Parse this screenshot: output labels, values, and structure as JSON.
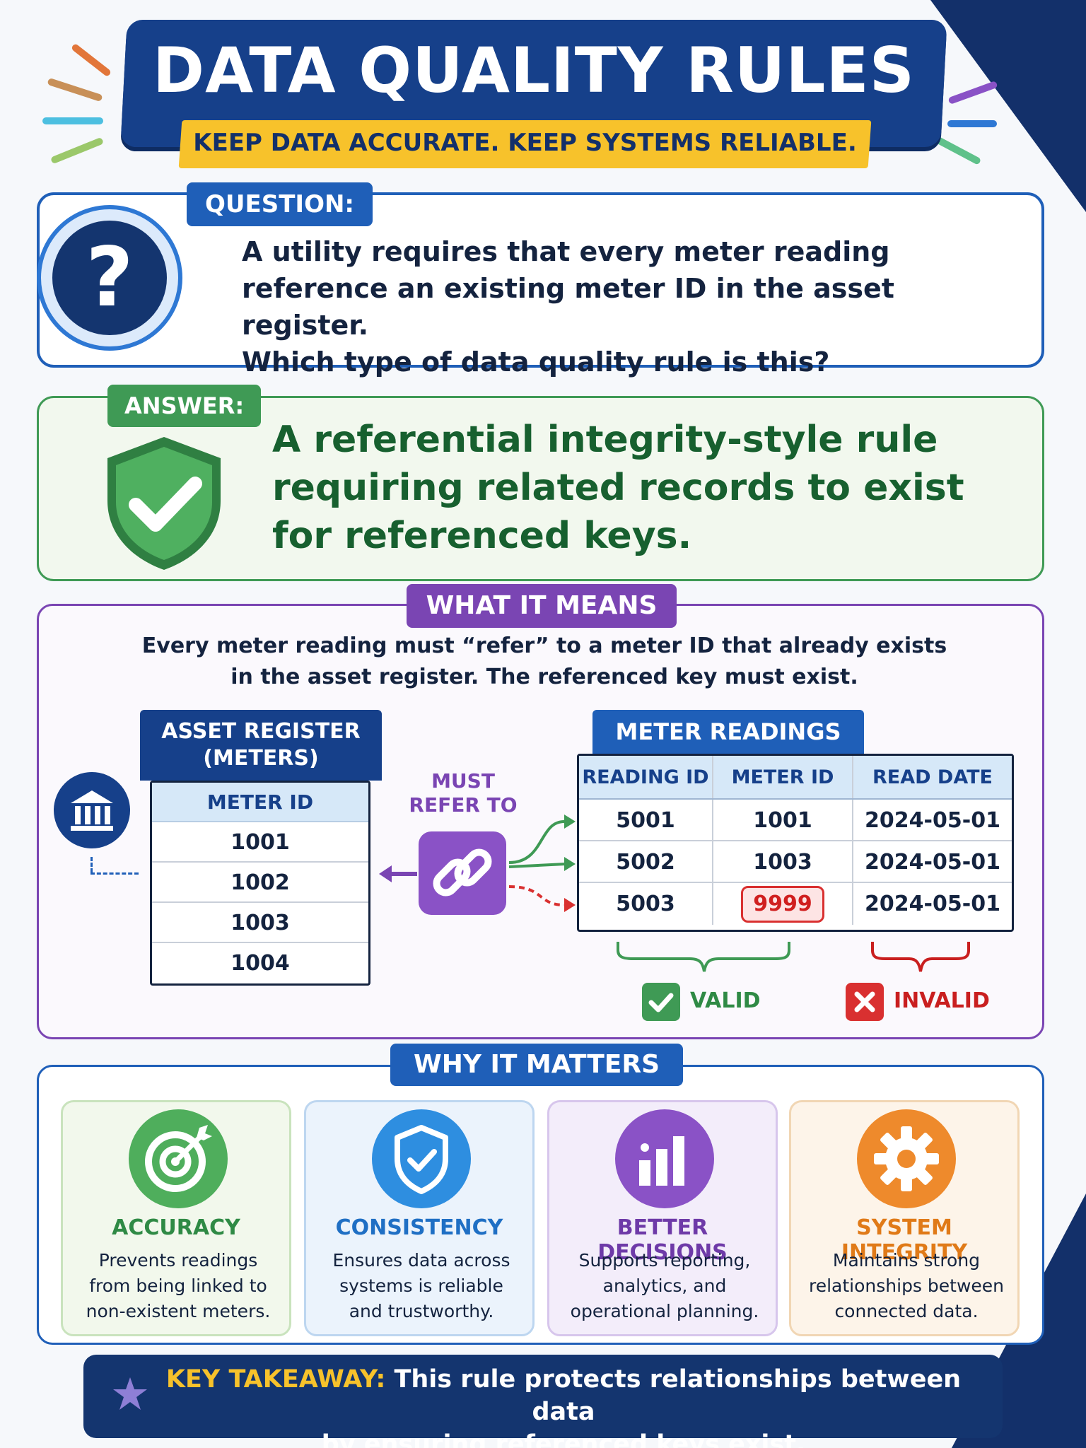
{
  "header": {
    "title": "DATA QUALITY RULES",
    "subtitle": "KEEP DATA ACCURATE. KEEP SYSTEMS RELIABLE."
  },
  "question": {
    "tag": "QUESTION:",
    "icon": "question-mark-icon",
    "lines": [
      "A utility requires that every meter reading",
      "reference an existing meter ID in the asset register.",
      "Which type of data quality rule is this?"
    ]
  },
  "answer": {
    "tag": "ANSWER:",
    "icon": "shield-check-icon",
    "lines": [
      "A referential integrity-style rule",
      "requiring related records to exist",
      "for referenced keys."
    ]
  },
  "meaning": {
    "tag": "WHAT IT MEANS",
    "lines": [
      "Every meter reading must “refer” to a meter ID that already exists",
      "in the asset register. The referenced key must exist."
    ],
    "asset_register": {
      "title_lines": [
        "ASSET REGISTER",
        "(METERS)"
      ],
      "column": "METER ID",
      "ids": [
        "1001",
        "1002",
        "1003",
        "1004"
      ]
    },
    "link_label_lines": [
      "MUST",
      "REFER TO"
    ],
    "meter_readings": {
      "title": "METER READINGS",
      "columns": [
        "READING ID",
        "METER ID",
        "READ DATE"
      ],
      "rows": [
        {
          "reading_id": "5001",
          "meter_id": "1001",
          "read_date": "2024-05-01"
        },
        {
          "reading_id": "5002",
          "meter_id": "1003",
          "read_date": "2024-05-01"
        },
        {
          "reading_id": "5003",
          "meter_id": "9999",
          "read_date": "2024-05-01"
        }
      ]
    },
    "valid_label": "VALID",
    "invalid_label": "INVALID"
  },
  "matters": {
    "tag": "WHY IT MATTERS",
    "cards": [
      {
        "title": "ACCURACY",
        "icon": "target-icon",
        "lines": [
          "Prevents readings",
          "from being linked to",
          "non-existent meters."
        ]
      },
      {
        "title": "CONSISTENCY",
        "icon": "shield-check-icon",
        "lines": [
          "Ensures data across",
          "systems is reliable",
          "and trustworthy."
        ]
      },
      {
        "title": "BETTER DECISIONS",
        "icon": "bar-chart-icon",
        "lines": [
          "Supports reporting,",
          "analytics, and",
          "operational planning."
        ]
      },
      {
        "title": "SYSTEM INTEGRITY",
        "icon": "gear-icon",
        "lines": [
          "Maintains strong",
          "relationships between",
          "connected data."
        ]
      }
    ]
  },
  "takeaway": {
    "label": "KEY TAKEAWAY:",
    "line1": "This rule protects relationships between data",
    "line2": "by ensuring referenced keys exist."
  },
  "colors": {
    "navy": "#16408a",
    "blue": "#1f5fb8",
    "green": "#3f9a55",
    "purple": "#7a45b3",
    "orange": "#ee8a2c",
    "yellow": "#f7c22b",
    "red": "#d93030"
  }
}
